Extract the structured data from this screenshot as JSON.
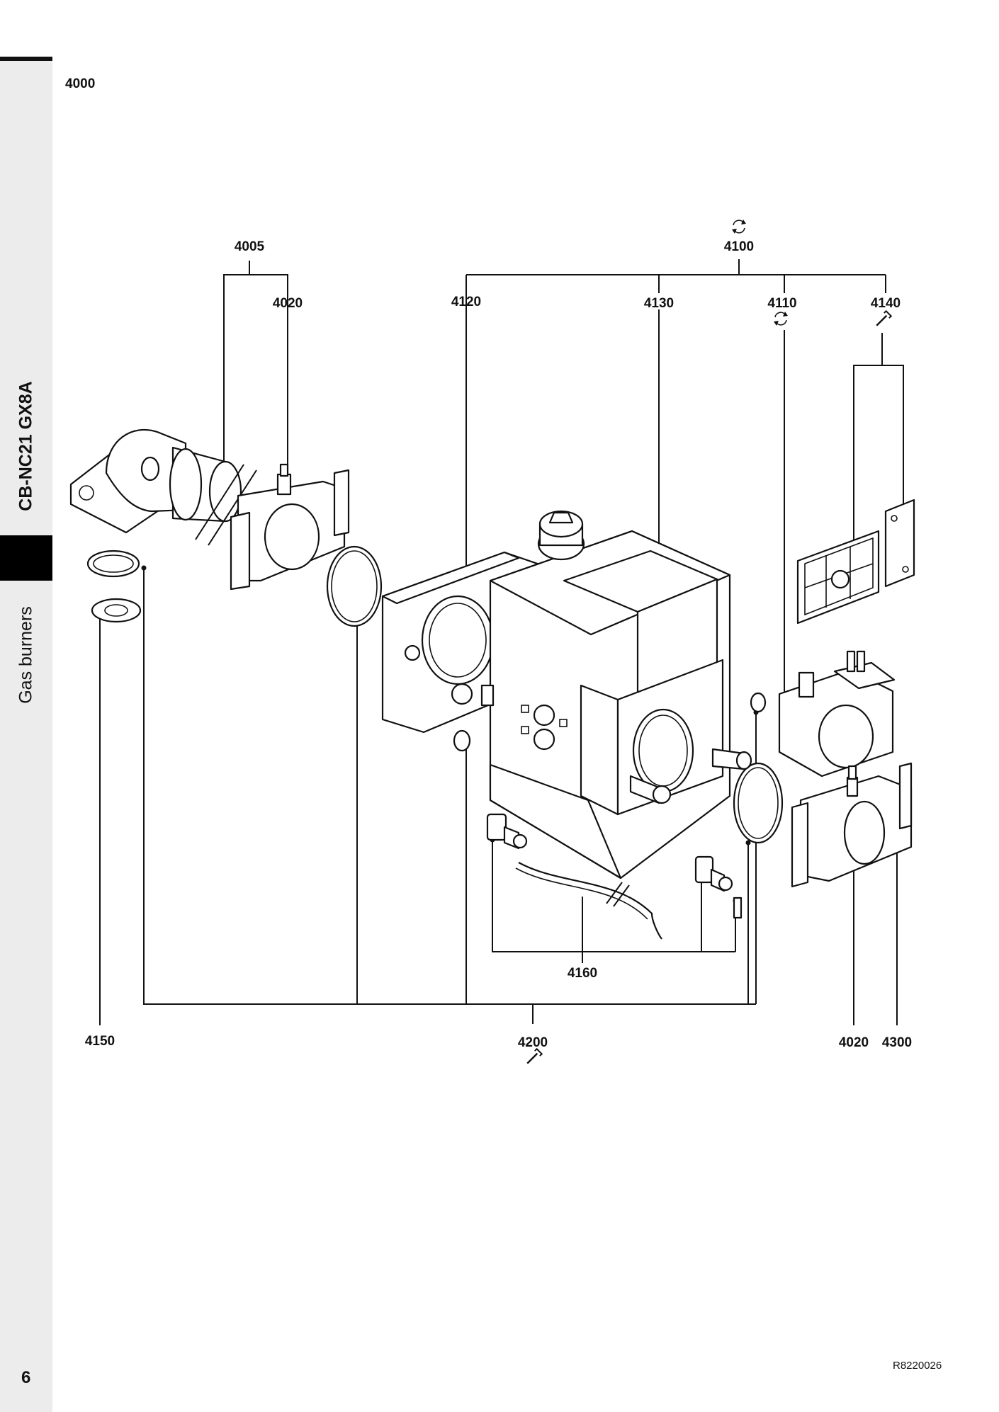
{
  "sidebar": {
    "model": "CB-NC21 GX8A",
    "section": "Gas burners"
  },
  "header": {
    "section_number": "4000"
  },
  "parts": {
    "p4005": "4005",
    "p4020_top": "4020",
    "p4100": "4100",
    "p4120": "4120",
    "p4130": "4130",
    "p4110": "4110",
    "p4140": "4140",
    "p4150": "4150",
    "p4160": "4160",
    "p4200": "4200",
    "p4020_bottom": "4020",
    "p4300": "4300"
  },
  "icons": {
    "kit": "circular-arrows-icon",
    "tool": "wrench-icon"
  },
  "footer": {
    "page_number": "6",
    "ref_code": "R8220026"
  },
  "colors": {
    "ink": "#111111",
    "sidebar_band": "#ececec",
    "sidebar_block": "#000000"
  }
}
